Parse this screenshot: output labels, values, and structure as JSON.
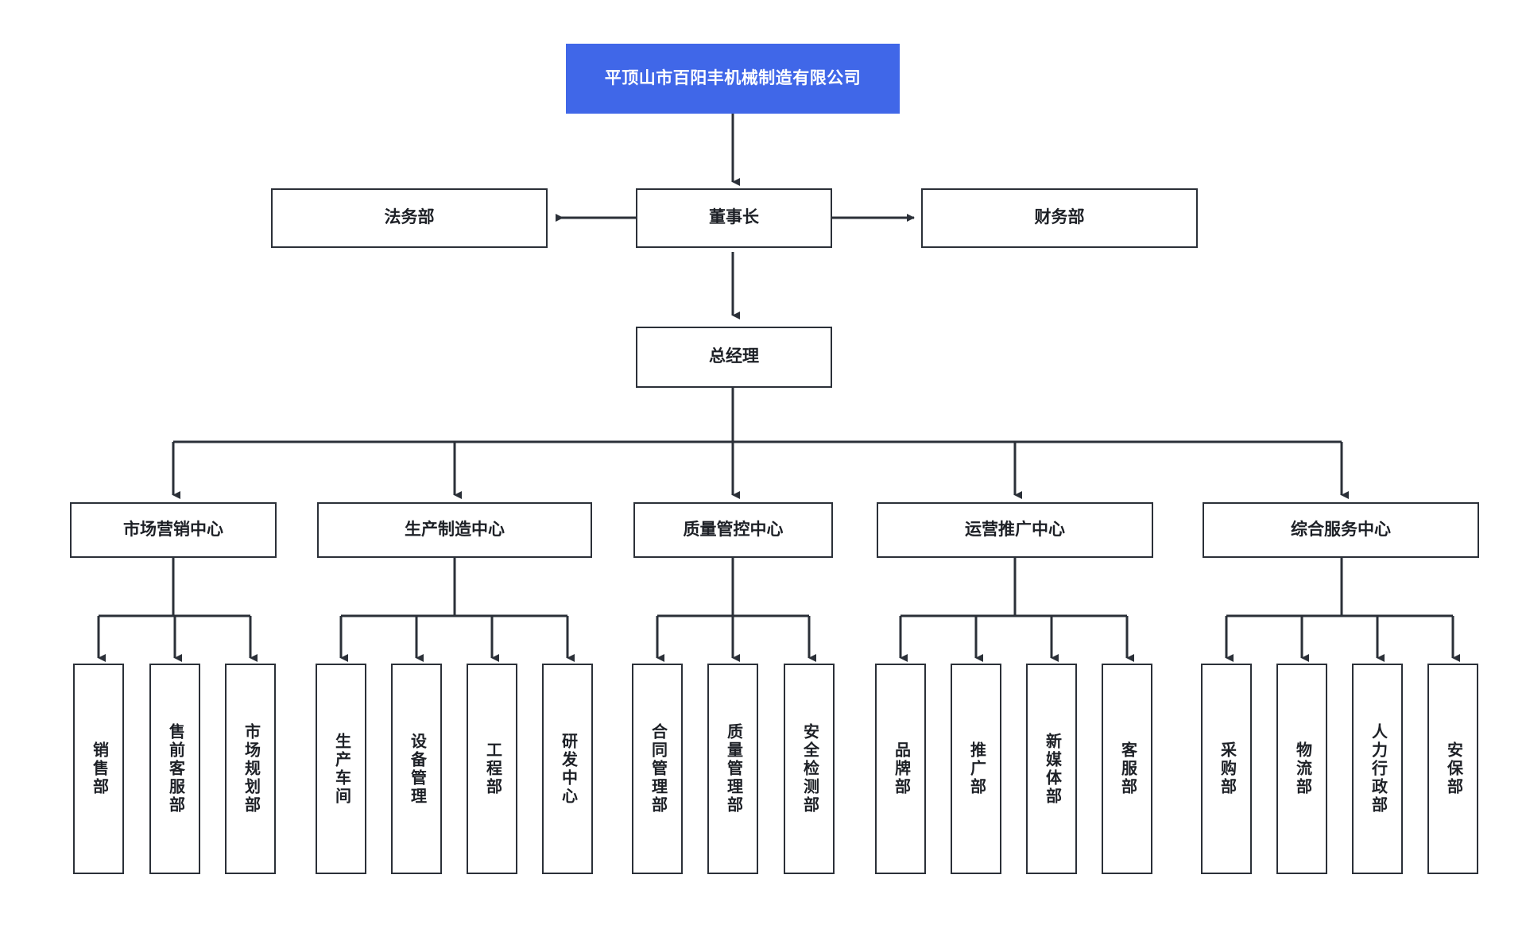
{
  "diagram": {
    "title": "平顶山市百阳丰机械制造有限公司",
    "type": "organizational-chart",
    "colors": {
      "root_fill": "#4067e8",
      "root_text": "#ffffff",
      "box_border": "#2b3038",
      "box_fill": "#ffffff",
      "box_text": "#1d2026",
      "connector": "#2b3038",
      "background": "#ffffff"
    }
  },
  "root": {
    "label": "平顶山市百阳丰机械制造有限公司"
  },
  "executives": {
    "chairman": {
      "label": "董事长"
    },
    "left_staff": {
      "label": "法务部"
    },
    "right_staff": {
      "label": "财务部"
    },
    "general_manager": {
      "label": "总经理"
    }
  },
  "centers": [
    {
      "label": "市场营销中心",
      "departments": [
        {
          "label": "销售部"
        },
        {
          "label": "售前客服部"
        },
        {
          "label": "市场规划部"
        }
      ]
    },
    {
      "label": "生产制造中心",
      "departments": [
        {
          "label": "生产车间"
        },
        {
          "label": "设备管理"
        },
        {
          "label": "工程部"
        },
        {
          "label": "研发中心"
        }
      ]
    },
    {
      "label": "质量管控中心",
      "departments": [
        {
          "label": "合同管理部"
        },
        {
          "label": "质量管理部"
        },
        {
          "label": "安全检测部"
        }
      ]
    },
    {
      "label": "运营推广中心",
      "departments": [
        {
          "label": "品牌部"
        },
        {
          "label": "推广部"
        },
        {
          "label": "新媒体部"
        },
        {
          "label": "客服部"
        }
      ]
    },
    {
      "label": "综合服务中心",
      "departments": [
        {
          "label": "采购部"
        },
        {
          "label": "物流部"
        },
        {
          "label": "人力行政部"
        },
        {
          "label": "安保部"
        }
      ]
    }
  ]
}
